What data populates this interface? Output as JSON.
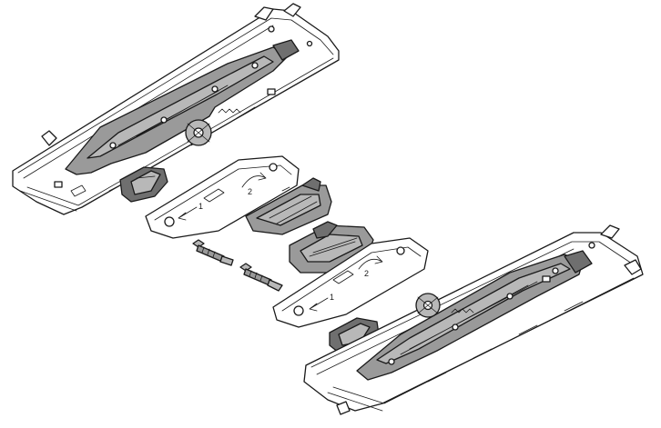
{
  "diagram": {
    "parts": [
      {
        "id": "runner-left",
        "label": ""
      },
      {
        "id": "clip-left",
        "label": ""
      },
      {
        "id": "runner-right",
        "label": ""
      },
      {
        "id": "clip-right",
        "label": ""
      },
      {
        "id": "screw-1",
        "label": ""
      },
      {
        "id": "screw-2",
        "label": ""
      }
    ],
    "step_labels": {
      "left_step_1": "1",
      "left_step_2": "2",
      "right_step_1": "1",
      "right_step_2": "2"
    }
  }
}
